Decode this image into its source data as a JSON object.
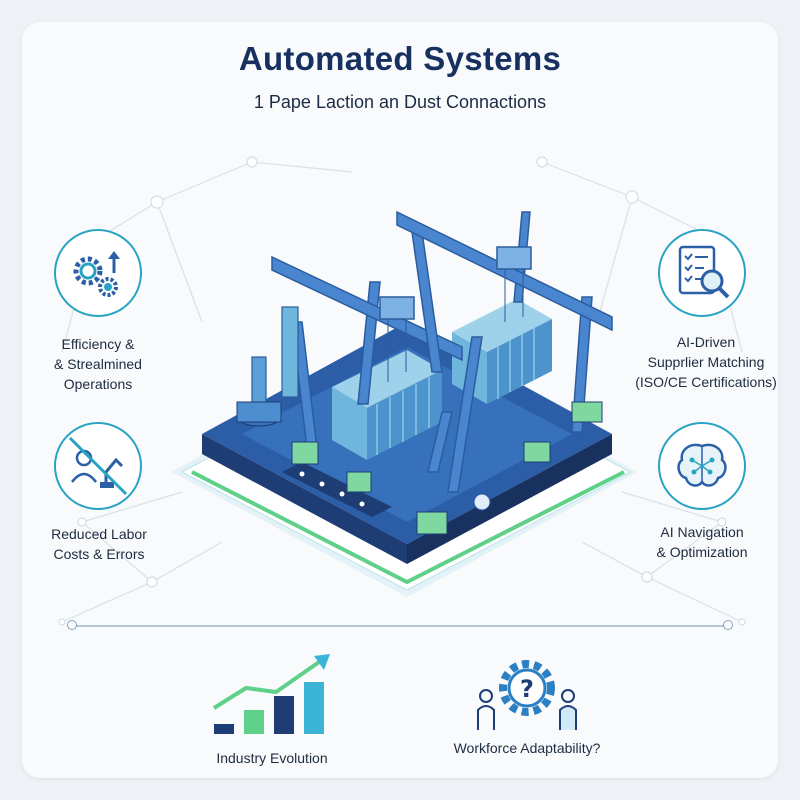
{
  "header": {
    "title": "Automated Systems",
    "subtitle": "1 Pape Laction an Dust Connactions"
  },
  "features_left": [
    {
      "line1": "Efficiency &",
      "line2": "& Strealmined",
      "line3": "Operations",
      "icon": "gears-icon"
    },
    {
      "line1": "Reduced Labor",
      "line2": "Costs & Errors",
      "icon": "no-manual-labor-icon"
    }
  ],
  "features_right": [
    {
      "line1": "AI-Driven",
      "line2": "Supprlier Matching",
      "line3": "(ISO/CE Certifications)",
      "icon": "checklist-magnifier-icon"
    },
    {
      "line1": "AI Navigation",
      "line2": "& Optimization",
      "icon": "brain-circuit-icon"
    }
  ],
  "bottom": {
    "left_label": "Industry Evolution",
    "left_icon": "growth-chart-icon",
    "right_label": "Workforce Adaptability?",
    "right_icon": "workforce-gear-question-icon"
  },
  "illustration": {
    "icon": "automated-factory-illustration"
  },
  "colors": {
    "title": "#17305f",
    "accent": "#29a3c3",
    "navy": "#1f3d75",
    "blue": "#3f78c4",
    "green": "#5fd08a"
  }
}
